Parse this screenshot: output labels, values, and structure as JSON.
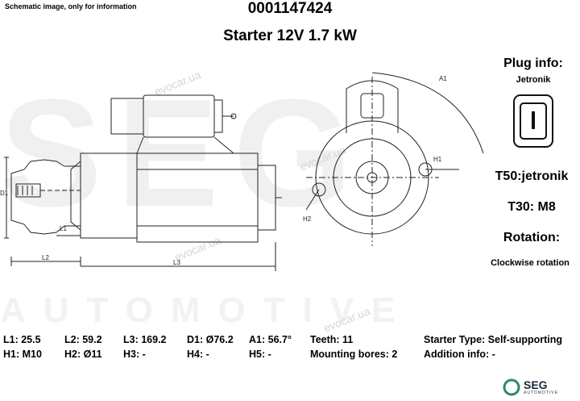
{
  "header": {
    "note": "Schematic image, only for information",
    "part_number": "0001147424",
    "title": "Starter 12V 1.7 kW"
  },
  "watermark": {
    "big": "SEG",
    "sub": "AUTOMOTIVE",
    "site": "evocar.ua"
  },
  "drawing_labels": {
    "d1": "D1",
    "l1": "L1",
    "l2": "L2",
    "l3": "L3",
    "a1": "A1",
    "h1": "H1",
    "h2": "H2"
  },
  "right_panel": {
    "plug_title": "Plug info:",
    "plug_name": "Jetronik",
    "t50": "T50:jetronik",
    "t30": "T30: M8",
    "rotation_title": "Rotation:",
    "rotation_value": "Clockwise rotation"
  },
  "specs": {
    "row1": [
      "L1: 25.5",
      "L2: 59.2",
      "L3: 169.2",
      "D1: Ø76.2",
      "A1: 56.7°",
      "Teeth: 11",
      "Starter Type:  Self-supporting"
    ],
    "row2": [
      "H1: M10",
      "H2: Ø11",
      "H3: -",
      "H4: -",
      "H5: -",
      "Mounting bores: 2",
      "Addition info: -"
    ]
  },
  "logo": {
    "brand": "SEG",
    "sub": "AUTOMOTIVE"
  },
  "colors": {
    "drawing": "#222222",
    "watermark": "#f0f0f0",
    "logo_ring": "#2a8a6a",
    "logo_text": "#1a2a3a"
  }
}
